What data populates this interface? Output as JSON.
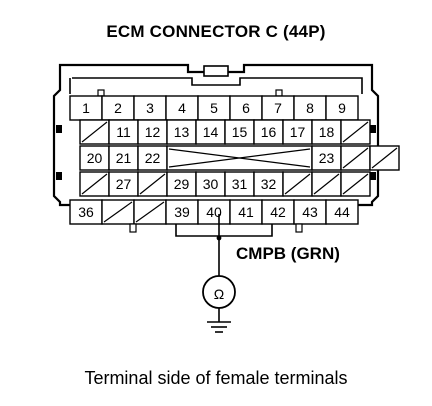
{
  "title": "ECM CONNECTOR C (44P)",
  "wire_label": "CMPB (GRN)",
  "caption": "Terminal side of female terminals",
  "meter_symbol": "Ω",
  "rows": [
    [
      {
        "t": "1"
      },
      {
        "t": "2"
      },
      {
        "t": "3"
      },
      {
        "t": "4"
      },
      {
        "t": "5"
      },
      {
        "t": "6"
      },
      {
        "t": "7"
      },
      {
        "t": "8"
      },
      {
        "t": "9"
      }
    ],
    [
      {
        "e": 1
      },
      {
        "t": "11"
      },
      {
        "t": "12"
      },
      {
        "t": "13"
      },
      {
        "t": "14"
      },
      {
        "t": "15"
      },
      {
        "t": "16"
      },
      {
        "t": "17"
      },
      {
        "t": "18"
      },
      {
        "e": 1
      }
    ],
    [
      {
        "t": "20"
      },
      {
        "t": "21"
      },
      {
        "t": "22"
      },
      {
        "x": 5
      },
      {
        "t": "23"
      },
      {
        "e": 1
      },
      {
        "e": 1
      }
    ],
    [
      {
        "e": 1
      },
      {
        "t": "27"
      },
      {
        "e": 1
      },
      {
        "t": "29"
      },
      {
        "t": "30"
      },
      {
        "t": "31"
      },
      {
        "t": "32"
      },
      {
        "e": 1
      },
      {
        "e": 1
      },
      {
        "e": 1
      }
    ],
    [
      {
        "t": "36"
      },
      {
        "e": 1
      },
      {
        "e": 1
      },
      {
        "t": "39"
      },
      {
        "t": "40"
      },
      {
        "t": "41"
      },
      {
        "t": "42"
      },
      {
        "t": "43"
      },
      {
        "t": "44"
      }
    ]
  ]
}
